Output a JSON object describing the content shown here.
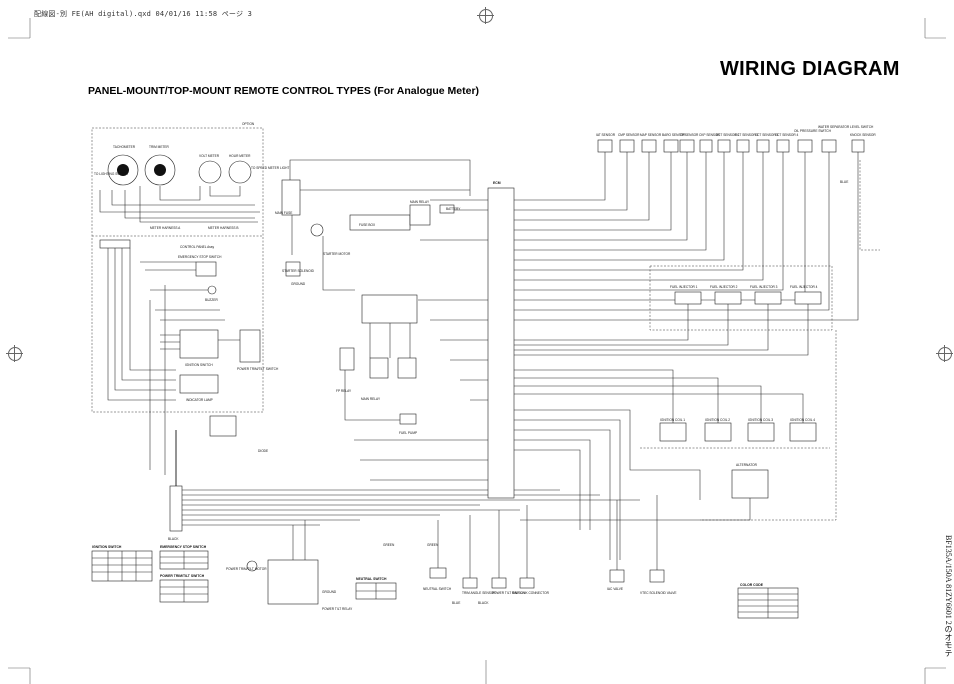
{
  "header": {
    "file_info": "配線図-別 FE(AH digital).qxd  04/01/16  11:58  ページ 3"
  },
  "title": "WIRING DIAGRAM",
  "subtitle": "PANEL-MOUNT/TOP-MOUNT REMOTE CONTROL TYPES (For Analogue Meter)",
  "side_code": "BF135A/150A  81ZY6601  2のオモテ",
  "components": {
    "tachometer": "TACHOMETER",
    "trim_meter": "TRIM METER",
    "volt_meter": "VOLT METER",
    "hour_meter": "HOUR METER",
    "to_speed_meter_light": "TO SPEED METER LIGHT",
    "to_lighting_switch": "TO LIGHTING SWITCH",
    "meter_harness_a": "METER HARNESS A",
    "meter_harness_b": "METER HARNESS B",
    "control_panel_assy": "CONTROL PANEL Assy",
    "emergency_stop_switch": "EMERGENCY STOP SWITCH",
    "buzzer": "BUZZER",
    "ignition_switch": "IGNITION SWITCH",
    "power_trim_tilt_switch": "POWER TRIM/TILT SWITCH",
    "indicator_lamp": "INDICATOR LAMP",
    "ecm": "ECM",
    "starter_motor": "STARTER MOTOR",
    "starter_solenoid": "STARTER SOLENOID",
    "main_fuse": "MAIN FUSE",
    "fuse_box": "FUSE BOX",
    "battery": "BATTERY",
    "main_relay": "MAIN RELAY",
    "fp_relay": "FP RELAY",
    "fuel_pump": "FUEL PUMP",
    "fuel_injector_1": "FUEL INJECTOR 1",
    "fuel_injector_2": "FUEL INJECTOR 2",
    "fuel_injector_3": "FUEL INJECTOR 3",
    "fuel_injector_4": "FUEL INJECTOR 4",
    "ignition_coil_1": "IGNITION COIL 1",
    "ignition_coil_2": "IGNITION COIL 2",
    "ignition_coil_3": "IGNITION COIL 3",
    "ignition_coil_4": "IGNITION COIL 4",
    "iat_sensor": "IAT SENSOR",
    "ckp_sensor": "CKP SENSOR",
    "cmp_sensor": "CMP SENSOR",
    "map_sensor": "MAP SENSOR",
    "baro_sensor": "BARO SENSOR",
    "tp_sensor": "TP SENSOR",
    "ect_sensor_1": "ECT SENSOR 1",
    "ect_sensor_2": "ECT SENSOR 2",
    "ect_sensor_3": "ECT SENSOR 3",
    "ect_sensor_4": "ECT SENSOR 4",
    "oil_pressure_switch": "OIL PRESSURE SWITCH",
    "water_separator_level_switch": "WATER SEPARATOR LEVEL SWITCH",
    "knock_sensor": "KNOCK SENSOR",
    "iac_valve": "IAC VALVE",
    "vtec_solenoid_valve": "VTEC SOLENOID VALVE",
    "neutral_switch": "NEUTRAL SWITCH",
    "trim_angle_sensor": "TRIM ANGLE SENSOR",
    "power_tilt_switch": "POWER TILT SWITCH",
    "rain_link_connector": "RAIN LINK CONNECTOR",
    "power_trim_tilt_motor": "POWER TRIM/TILT MOTOR",
    "power_tilt_relay": "POWER TILT RELAY",
    "ground": "GROUND",
    "diode": "DIODE",
    "alternator": "ALTERNATOR",
    "blue": "BLUE",
    "black": "BLACK",
    "green": "GREEN"
  },
  "tables": {
    "ignition_switch_title": "IGNITION SWITCH",
    "emergency_stop_title": "EMERGENCY STOP SWITCH",
    "power_trim_tilt_title": "POWER TRIM/TILT SWITCH",
    "neutral_switch_title": "NEUTRAL SWITCH",
    "color_code_title": "COLOR CODE"
  }
}
